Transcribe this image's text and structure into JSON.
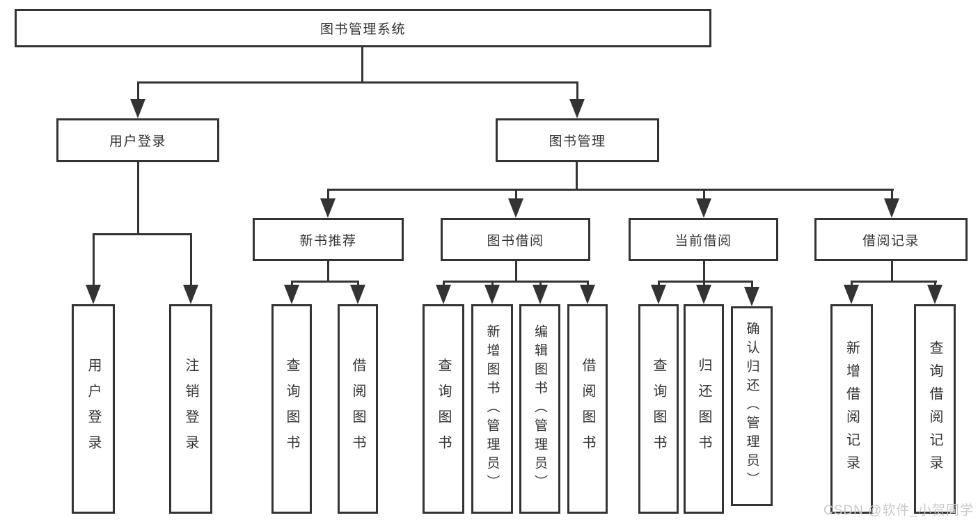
{
  "nodes": {
    "root": {
      "label": "图书管理系统"
    },
    "level2": [
      {
        "label": "用户登录"
      },
      {
        "label": "图书管理"
      }
    ],
    "level3": [
      {
        "label": "新书推荐"
      },
      {
        "label": "图书借阅"
      },
      {
        "label": "当前借阅"
      },
      {
        "label": "借阅记录"
      }
    ]
  },
  "leaves": {
    "user_login": [
      "用户登录",
      "注销登录"
    ],
    "new_book_recommendation": [
      "查询图书",
      "借阅图书"
    ],
    "book_borrowing": [
      "查询图书",
      "新增图书（管理员）",
      "编辑图书（管理员）",
      "借阅图书"
    ],
    "current_borrowing": [
      "查询图书",
      "归还图书",
      "确认归还（管理员）"
    ],
    "borrowing_records": [
      "新增借阅记录",
      "查询借阅记录"
    ]
  },
  "watermark": "CSDN @软件_小贺同学",
  "colors": {
    "line": "#333333",
    "text": "#333333",
    "watermark": "#c9c9c9",
    "background": "#ffffff"
  }
}
